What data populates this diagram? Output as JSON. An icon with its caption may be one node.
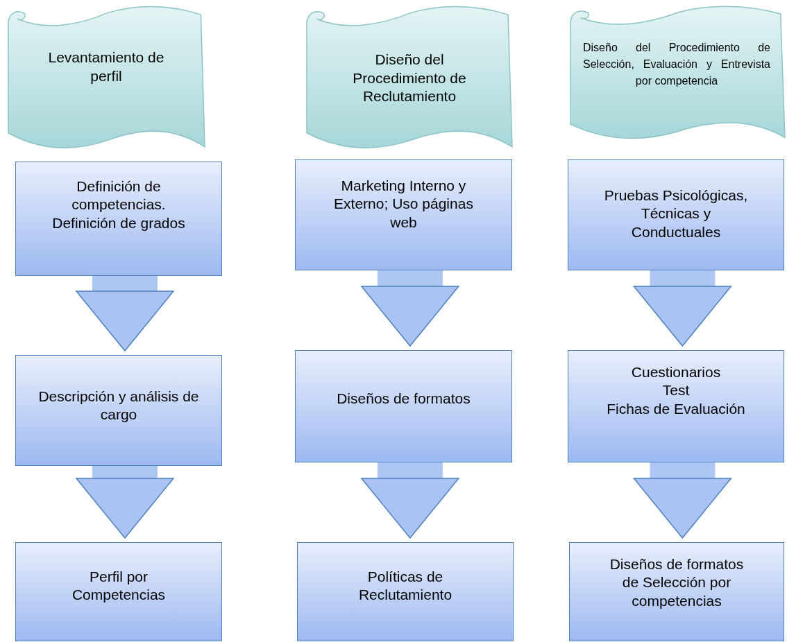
{
  "diagram": {
    "nodes": [
      {
        "text": [
          "Levantamiento de perfil"
        ]
      },
      {
        "text": [
          "Diseño del Procedimiento de Reclutamiento"
        ]
      },
      {
        "text": [
          "Diseño del Procedimiento de Selección, Evaluación y Entrevista por competencia"
        ]
      },
      {
        "text": [
          "Definición de competencias. Definición de grados"
        ]
      },
      {
        "text": [
          "Marketing Interno y Externo; Uso páginas web"
        ]
      },
      {
        "text": [
          "Pruebas Psicológicas, Técnicas y Conductuales"
        ]
      },
      {
        "text": [
          "Descripción y análisis de cargo"
        ]
      },
      {
        "text": [
          "Diseños de formatos"
        ]
      },
      {
        "text": [
          "Cuestionarios",
          "Test",
          "Fichas de Evaluación"
        ]
      },
      {
        "text": [
          "Perfil por Competencias"
        ]
      },
      {
        "text": [
          "Políticas de Reclutamiento"
        ]
      },
      {
        "text": [
          "Diseños de formatos de Selección por competencias"
        ]
      }
    ],
    "edges": [
      {
        "from": 3,
        "to": 6,
        "arrow": "to",
        "style": "thick"
      },
      {
        "from": 6,
        "to": 9,
        "arrow": "to",
        "style": "thick"
      },
      {
        "from": 4,
        "to": 7,
        "arrow": "to",
        "style": "thick"
      },
      {
        "from": 7,
        "to": 10,
        "arrow": "to",
        "style": "thick"
      },
      {
        "from": 5,
        "to": 8,
        "arrow": "to",
        "style": "thick"
      },
      {
        "from": 8,
        "to": 11,
        "arrow": "to",
        "style": "thick"
      }
    ]
  }
}
